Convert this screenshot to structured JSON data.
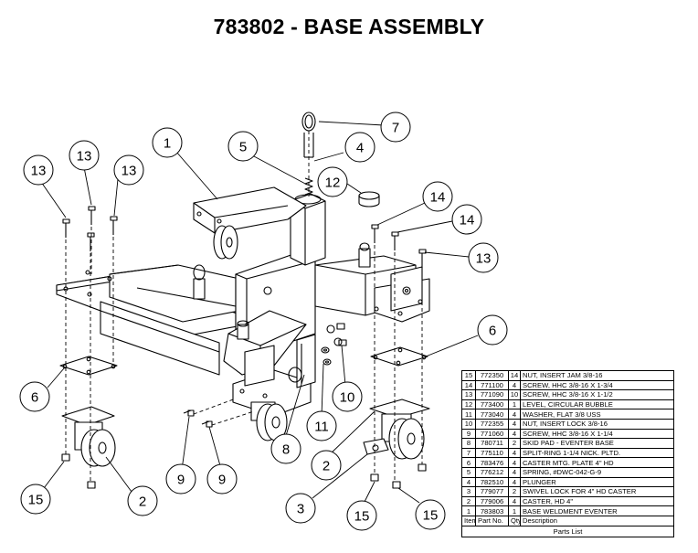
{
  "title": "783802 - BASE ASSEMBLY",
  "callouts": [
    "1",
    "2",
    "2",
    "3",
    "4",
    "5",
    "6",
    "6",
    "7",
    "8",
    "9",
    "9",
    "10",
    "11",
    "12",
    "13",
    "13",
    "13",
    "13",
    "14",
    "14",
    "15",
    "15",
    "15"
  ],
  "parts_list": {
    "caption": "Parts List",
    "headers": [
      "Item",
      "Part No.",
      "Qty",
      "Description"
    ],
    "rows": [
      [
        "15",
        "772350",
        "14",
        "NUT, INSERT JAM 3/8-16"
      ],
      [
        "14",
        "771100",
        "4",
        "SCREW, HHC 3/8-16 X 1-3/4"
      ],
      [
        "13",
        "771090",
        "10",
        "SCREW, HHC 3/8-16 X 1-1/2"
      ],
      [
        "12",
        "773400",
        "1",
        "LEVEL, CIRCULAR BUBBLE"
      ],
      [
        "11",
        "773040",
        "4",
        "WASHER, FLAT 3/8 USS"
      ],
      [
        "10",
        "772355",
        "4",
        "NUT, INSERT LOCK 3/8-16"
      ],
      [
        "9",
        "771060",
        "4",
        "SCREW, HHC 3/8-16 X 1-1/4"
      ],
      [
        "8",
        "780711",
        "2",
        "SKID PAD - EVENTER BASE"
      ],
      [
        "7",
        "775110",
        "4",
        "SPLIT-RING 1-1/4 NICK. PLTD."
      ],
      [
        "6",
        "783476",
        "4",
        "CASTER MTG. PLATE 4\" HD"
      ],
      [
        "5",
        "776212",
        "4",
        "SPRING, #DWC-042-G-9"
      ],
      [
        "4",
        "782510",
        "4",
        "PLUNGER"
      ],
      [
        "3",
        "779077",
        "2",
        "SWIVEL LOCK FOR 4\" HD CASTER"
      ],
      [
        "2",
        "779006",
        "4",
        "CASTER, HD 4\""
      ],
      [
        "1",
        "783803",
        "1",
        "BASE WELDMENT EVENTER"
      ]
    ]
  }
}
